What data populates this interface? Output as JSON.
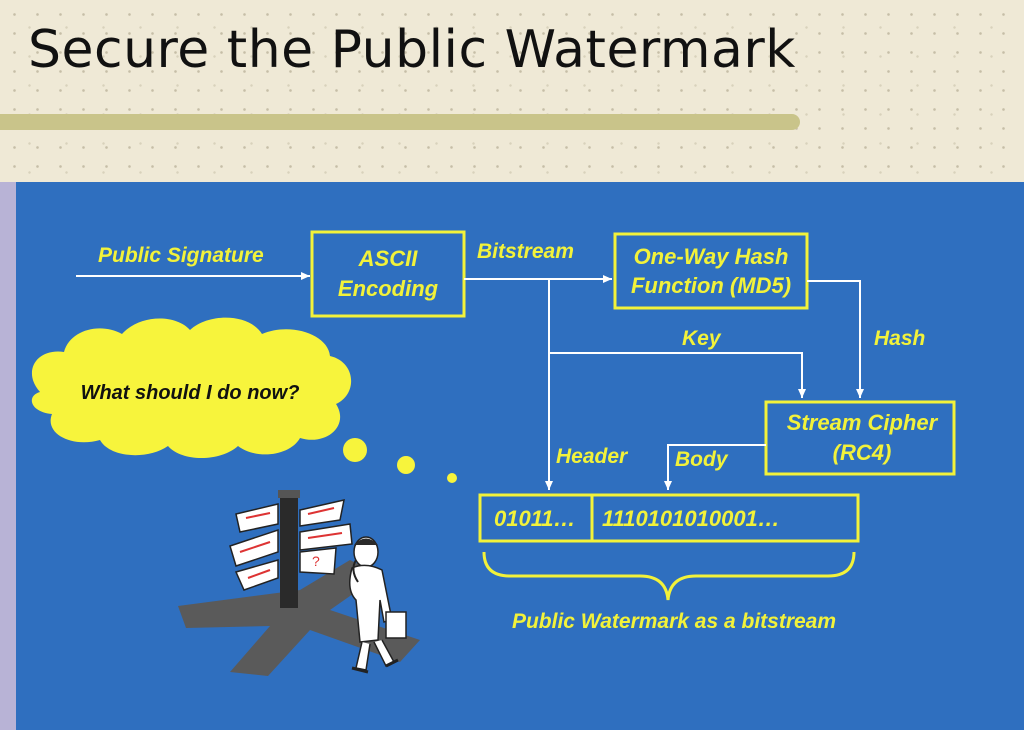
{
  "slide": {
    "title": "Secure the Public Watermark"
  },
  "diagram": {
    "input_label": "Public Signature",
    "ascii_box": {
      "line1": "ASCII",
      "line2": "Encoding"
    },
    "bitstream_label": "Bitstream",
    "hash_box": {
      "line1": "One-Way Hash",
      "line2": "Function (MD5)"
    },
    "key_label": "Key",
    "hash_label": "Hash",
    "cipher_box": {
      "line1": "Stream Cipher",
      "line2": "(RC4)"
    },
    "header_label": "Header",
    "body_label": "Body",
    "watermark_header_value": "01011…",
    "watermark_body_value": "1110101010001…",
    "brace_caption": "Public Watermark as a bitstream",
    "thought_bubble": "What should I do now?"
  },
  "colors": {
    "panel": "#2f6fbf",
    "accent_yellow": "#f2f23a",
    "bubble_yellow": "#f7f43c"
  },
  "icons": {
    "figure": "confused-person-at-signpost-icon"
  }
}
